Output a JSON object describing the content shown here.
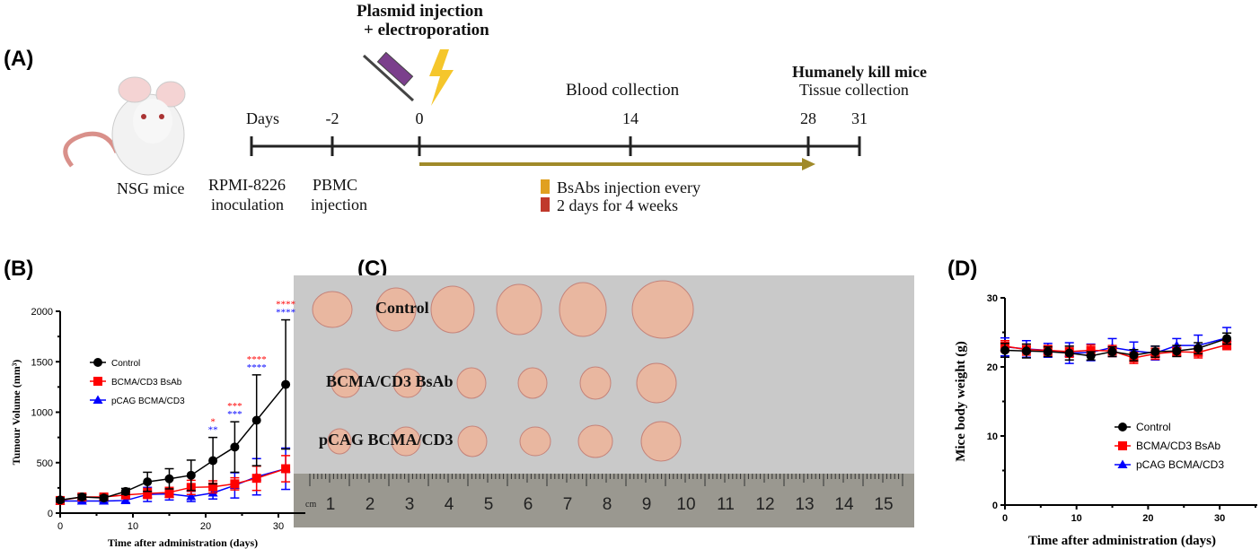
{
  "panels": {
    "a": "(A)",
    "b": "(B)",
    "c": "(C)",
    "d": "(D)"
  },
  "timeline": {
    "days_label": "Days",
    "ticks": [
      {
        "day": -2,
        "label": "-2"
      },
      {
        "day": 0,
        "label": "0"
      },
      {
        "day": 14,
        "label": "14"
      },
      {
        "day": 28,
        "label": "28"
      },
      {
        "day": 31,
        "label": "31"
      }
    ],
    "plasmid_line1": "Plasmid injection",
    "plasmid_line2": "+ electroporation",
    "blood": "Blood collection",
    "kill_line1": "Humanely kill mice",
    "kill_line2": "Tissue collection",
    "mice": "NSG mice",
    "rpmi_line1": "RPMI-8226",
    "rpmi_line2": "inoculation",
    "pbmc_line1": "PBMC",
    "pbmc_line2": "injection",
    "bsabs_line1": "BsAbs injection every",
    "bsabs_line2": "2 days  for 4 weeks",
    "arrow_color": "#a08a2a"
  },
  "photo": {
    "labels": [
      "Control",
      "BCMA/CD3 BsAb",
      "pCAG BCMA/CD3"
    ],
    "ruler_numbers": [
      "1",
      "2",
      "3",
      "4",
      "5",
      "6",
      "7",
      "8",
      "9",
      "10",
      "11",
      "12",
      "13",
      "14",
      "15"
    ],
    "ruler_unit": "cm"
  },
  "chart_data": [
    {
      "type": "line",
      "panel": "B",
      "xlabel": "Time after administration (days)",
      "ylabel": "Tumour Volume (mm³)",
      "xlim": [
        0,
        33
      ],
      "ylim": [
        0,
        2000
      ],
      "xticks": [
        "0",
        "10",
        "20",
        "30"
      ],
      "yticks": [
        "0",
        "500",
        "1000",
        "1500",
        "2000"
      ],
      "legend_placement": "upper-left",
      "x": [
        0,
        3,
        6,
        9,
        12,
        15,
        18,
        21,
        24,
        27,
        31
      ],
      "series": [
        {
          "name": "Control",
          "color": "#000000",
          "marker": "circle",
          "values": [
            130,
            160,
            150,
            215,
            310,
            340,
            375,
            520,
            655,
            920,
            1275
          ],
          "err": [
            20,
            25,
            25,
            30,
            95,
            100,
            150,
            230,
            250,
            450,
            640
          ]
        },
        {
          "name": "BCMA/CD3 BsAb",
          "color": "#ff0000",
          "marker": "square",
          "values": [
            125,
            160,
            160,
            180,
            195,
            205,
            255,
            260,
            290,
            345,
            440
          ],
          "err": [
            20,
            20,
            20,
            30,
            50,
            50,
            70,
            60,
            60,
            120,
            130
          ]
        },
        {
          "name": "pCAG BCMA/CD3",
          "color": "#0000ff",
          "marker": "triangle",
          "values": [
            120,
            120,
            120,
            125,
            185,
            190,
            165,
            200,
            275,
            360,
            440
          ],
          "err": [
            15,
            15,
            15,
            20,
            70,
            60,
            50,
            60,
            125,
            180,
            205
          ]
        }
      ],
      "annotations": [
        {
          "day": 21,
          "red": "*",
          "blue": "**"
        },
        {
          "day": 24,
          "red": "***",
          "blue": "***"
        },
        {
          "day": 27,
          "red": "****",
          "blue": "****"
        },
        {
          "day": 31,
          "red": "****",
          "blue": "****"
        }
      ]
    },
    {
      "type": "line",
      "panel": "D",
      "xlabel": "Time after administration (days)",
      "ylabel": "Mice body weight (g)",
      "xlim": [
        0,
        35
      ],
      "ylim": [
        0,
        30
      ],
      "xticks": [
        "0",
        "10",
        "20",
        "30"
      ],
      "yticks": [
        "0",
        "10",
        "20",
        "30"
      ],
      "legend_placement": "lower-right",
      "x": [
        0,
        3,
        6,
        9,
        12,
        15,
        18,
        21,
        24,
        27,
        31
      ],
      "series": [
        {
          "name": "Control",
          "color": "#000000",
          "marker": "circle",
          "values": [
            22.4,
            22.3,
            22.2,
            22.0,
            21.6,
            22.2,
            21.7,
            22.2,
            22.3,
            22.7,
            24.1
          ],
          "err": [
            1.0,
            1.0,
            0.7,
            1.0,
            0.6,
            0.7,
            0.8,
            0.8,
            0.8,
            0.8,
            0.8
          ]
        },
        {
          "name": "BCMA/CD3 BsAb",
          "color": "#ff0000",
          "marker": "square",
          "values": [
            23.0,
            22.5,
            22.4,
            22.2,
            22.4,
            22.3,
            21.3,
            21.9,
            22.2,
            22.1,
            23.2
          ],
          "err": [
            0.8,
            0.8,
            0.7,
            0.8,
            0.8,
            0.8,
            0.8,
            0.8,
            0.6,
            0.8,
            0.7
          ]
        },
        {
          "name": " pCAG BCMA/CD3",
          "color": "#0000ff",
          "marker": "triangle",
          "values": [
            22.9,
            22.6,
            22.4,
            22.0,
            22.1,
            22.8,
            22.3,
            22.0,
            23.1,
            23.1,
            24.2
          ],
          "err": [
            1.3,
            1.2,
            1.0,
            1.5,
            1.2,
            1.3,
            1.3,
            1.0,
            1.0,
            1.5,
            1.5
          ]
        }
      ]
    }
  ]
}
